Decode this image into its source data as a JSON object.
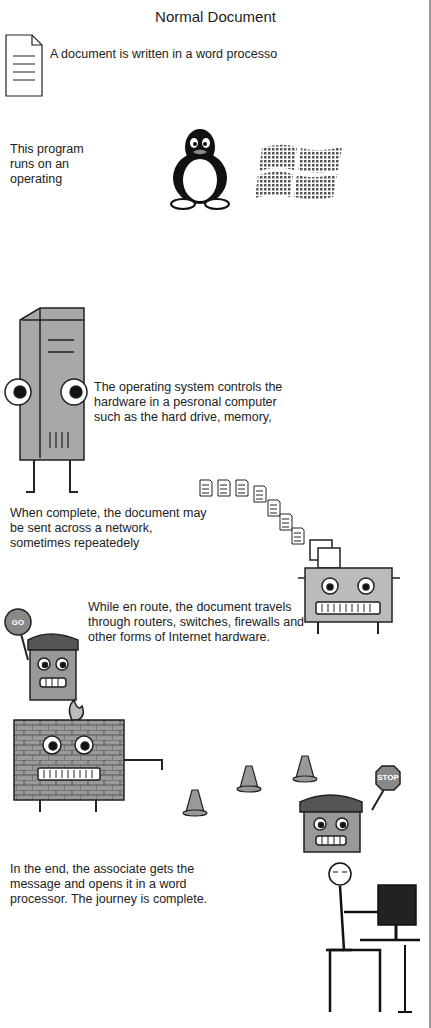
{
  "diagram": {
    "title": "Normal Document",
    "labels": [
      "A document is written in a word processo",
      "This program runs on an operating",
      "The operating system controls the hardware in a pesronal computer such as the hard drive, memory,",
      "When complete, the document may be sent across a network, sometimes repeatedely",
      "GO",
      "While en route, the document travels through routers, switches, firewalls and other forms of Internet hardware.",
      "STOP",
      "In the end, the associate gets the message and opens it in a word processor. The journey is complete."
    ]
  }
}
